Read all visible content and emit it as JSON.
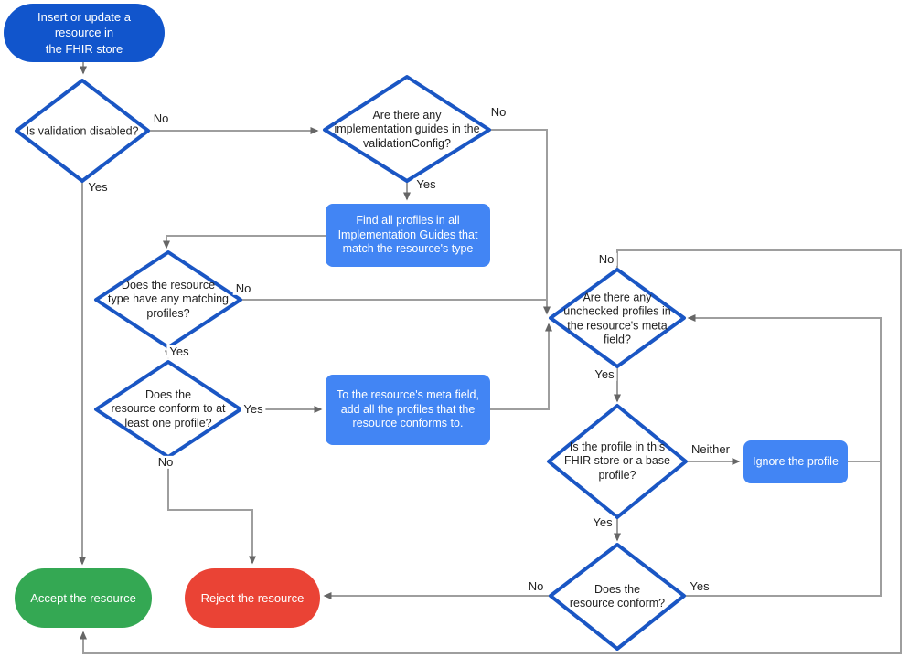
{
  "colors": {
    "terminal_start": "#1155cc",
    "process": "#4285f4",
    "accept": "#34a853",
    "reject": "#ea4335",
    "decision_border": "#1a56c4",
    "connector": "#9e9e9e",
    "arrowhead": "#666666",
    "label_text": "#212121",
    "canvas_bg": "#ffffff"
  },
  "nodes": {
    "start": {
      "label": "Insert or update a resource in\nthe FHIR store"
    },
    "validation_disabled": {
      "label": "Is validation disabled?"
    },
    "implementation_guides": {
      "label": "Are there any\nimplementation guides in the\nvalidationConfig?"
    },
    "find_profiles": {
      "label": "Find all profiles in all\nImplementation Guides that\nmatch the resource's type"
    },
    "matching_profiles": {
      "label": "Does the resource\ntype have any matching\nprofiles?"
    },
    "conform_one_profile": {
      "label": "Does the\nresource conform to at\nleast one profile?"
    },
    "add_profiles_meta": {
      "label": "To the resource's meta field,\nadd all the profiles that the\nresource conforms to."
    },
    "unchecked_profiles": {
      "label": "Are there any\nunchecked profiles in\nthe resource's meta\nfield?"
    },
    "profile_in_store": {
      "label": "Is the profile in this\nFHIR store or a base\nprofile?"
    },
    "ignore_profile": {
      "label": "Ignore the profile"
    },
    "resource_conform": {
      "label": "Does the\nresource conform?"
    },
    "accept": {
      "label": "Accept the resource"
    },
    "reject": {
      "label": "Reject the resource"
    }
  },
  "edge_labels": {
    "validation_disabled_no": "No",
    "validation_disabled_yes": "Yes",
    "implementation_guides_no": "No",
    "implementation_guides_yes": "Yes",
    "matching_profiles_no": "No",
    "matching_profiles_yes": "Yes",
    "conform_one_profile_yes": "Yes",
    "conform_one_profile_no": "No",
    "unchecked_profiles_no": "No",
    "unchecked_profiles_yes": "Yes",
    "profile_in_store_neither": "Neither",
    "profile_in_store_yes": "Yes",
    "resource_conform_no": "No",
    "resource_conform_yes": "Yes"
  },
  "edges": [
    {
      "from": "start",
      "to": "validation_disabled",
      "label": ""
    },
    {
      "from": "validation_disabled",
      "to": "implementation_guides",
      "label": "No"
    },
    {
      "from": "validation_disabled",
      "to": "accept",
      "label": "Yes"
    },
    {
      "from": "implementation_guides",
      "to": "unchecked_profiles",
      "label": "No"
    },
    {
      "from": "implementation_guides",
      "to": "find_profiles",
      "label": "Yes"
    },
    {
      "from": "find_profiles",
      "to": "matching_profiles",
      "label": ""
    },
    {
      "from": "matching_profiles",
      "to": "unchecked_profiles",
      "label": "No"
    },
    {
      "from": "matching_profiles",
      "to": "conform_one_profile",
      "label": "Yes"
    },
    {
      "from": "conform_one_profile",
      "to": "add_profiles_meta",
      "label": "Yes"
    },
    {
      "from": "conform_one_profile",
      "to": "reject",
      "label": "No"
    },
    {
      "from": "add_profiles_meta",
      "to": "unchecked_profiles",
      "label": ""
    },
    {
      "from": "unchecked_profiles",
      "to": "accept",
      "label": "No"
    },
    {
      "from": "unchecked_profiles",
      "to": "profile_in_store",
      "label": "Yes"
    },
    {
      "from": "profile_in_store",
      "to": "ignore_profile",
      "label": "Neither"
    },
    {
      "from": "profile_in_store",
      "to": "resource_conform",
      "label": "Yes"
    },
    {
      "from": "ignore_profile",
      "to": "unchecked_profiles",
      "label": ""
    },
    {
      "from": "resource_conform",
      "to": "reject",
      "label": "No"
    },
    {
      "from": "resource_conform",
      "to": "unchecked_profiles",
      "label": "Yes"
    }
  ]
}
